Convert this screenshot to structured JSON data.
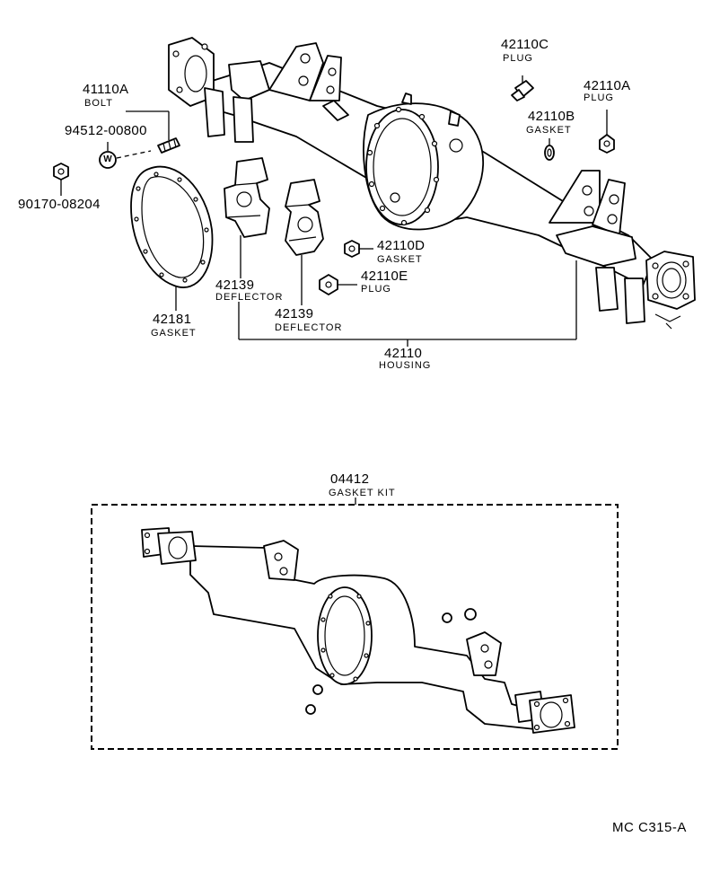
{
  "parts": {
    "p41110A": {
      "number": "41110A",
      "name": "BOLT"
    },
    "p94512": {
      "number": "94512-00800"
    },
    "p90170": {
      "number": "90170-08204"
    },
    "p42181": {
      "number": "42181",
      "name": "GASKET"
    },
    "p42139a": {
      "number": "42139",
      "name": "DEFLECTOR"
    },
    "p42139b": {
      "number": "42139",
      "name": "DEFLECTOR"
    },
    "p42110C": {
      "number": "42110C",
      "name": "PLUG"
    },
    "p42110A": {
      "number": "42110A",
      "name": "PLUG"
    },
    "p42110B": {
      "number": "42110B",
      "name": "GASKET"
    },
    "p42110D": {
      "number": "42110D",
      "name": "GASKET"
    },
    "p42110E": {
      "number": "42110E",
      "name": "PLUG"
    },
    "p42110": {
      "number": "42110",
      "name": "HOUSING"
    },
    "p04412": {
      "number": "04412",
      "name": "GASKET KIT"
    }
  },
  "washer_mark": "W",
  "figure_code": "MC C315-A"
}
